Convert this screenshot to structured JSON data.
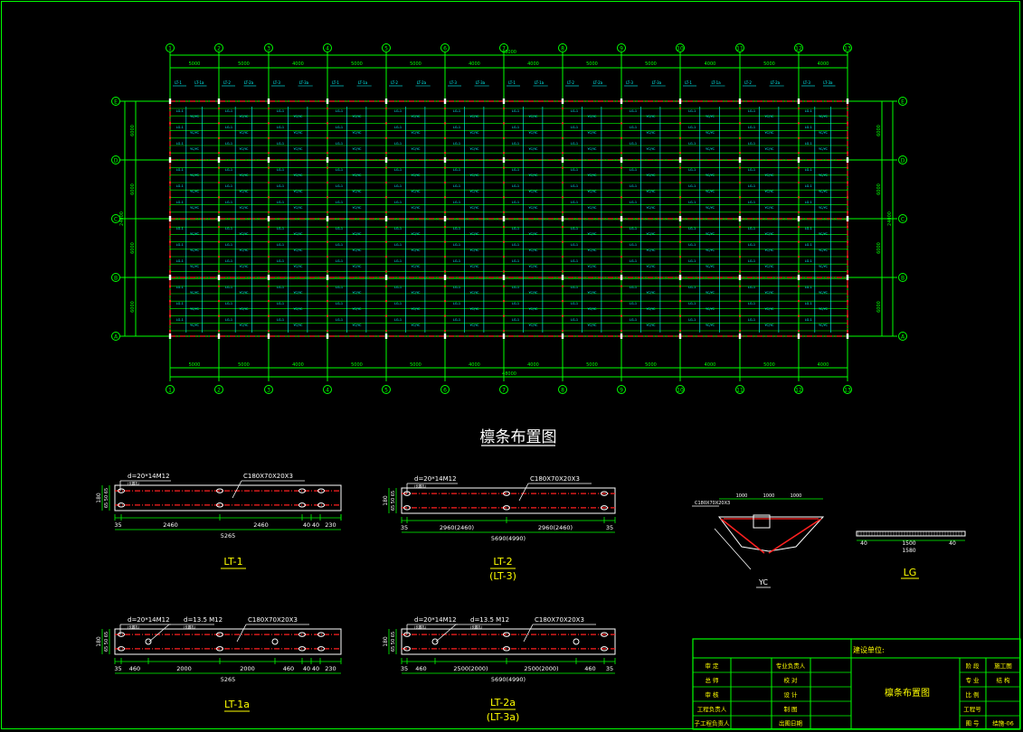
{
  "drawing": {
    "title": "檩条布置图",
    "grid_cols": [
      "1",
      "2",
      "3",
      "4",
      "5",
      "6",
      "7",
      "8",
      "9",
      "10",
      "11",
      "12",
      "13"
    ],
    "grid_rows": [
      "E",
      "D",
      "C",
      "B",
      "A"
    ],
    "top_total": "48000",
    "bottom_total": "48000",
    "spans": [
      "5000",
      "5000",
      "4000",
      "5000",
      "5000",
      "4000",
      "4000",
      "5000",
      "5000",
      "4000",
      "5000",
      "4000"
    ],
    "left_dims": [
      "6000",
      "6000",
      "6000",
      "6000"
    ],
    "right_dims": [
      "6000",
      "6000",
      "6000",
      "6000"
    ],
    "left_total": "24000",
    "right_total": "24000",
    "purlin_tags": [
      "LT-1",
      "LT-1a",
      "LT-2",
      "LT-2a",
      "LT-3",
      "LT-3a"
    ],
    "rafter_tags": [
      "LG-1",
      "YC/YC"
    ]
  },
  "details": {
    "lt1": {
      "label": "LT-1",
      "hole": "d=20*14M12",
      "note": "(长圆孔)",
      "section": "C180X70X20X3",
      "h": "180",
      "sub": "65  50  65",
      "dims": [
        "35",
        "2460",
        "2460",
        "40",
        "40",
        "230"
      ],
      "total": "5265"
    },
    "lt2": {
      "label": "LT-2",
      "label2": "(LT-3)",
      "hole": "d=20*14M12",
      "note": "(长圆孔)",
      "section": "C180X70X20X3",
      "h": "180",
      "sub": "65  50  65",
      "dims": [
        "35",
        "2960(2460)",
        "2960(2460)",
        "35"
      ],
      "total": "5690(4990)"
    },
    "lt1a": {
      "label": "LT-1a",
      "hole": "d=20*14M12",
      "hole2": "d=13.5 M12",
      "note": "(长圆孔)",
      "section": "C180X70X20X3",
      "h": "180",
      "sub": "65  50  65",
      "dims": [
        "35",
        "460",
        "2000",
        "2000",
        "460",
        "40",
        "40",
        "230"
      ],
      "total": "5265"
    },
    "lt2a": {
      "label": "LT-2a",
      "label2": "(LT-3a)",
      "hole": "d=20*14M12",
      "hole2": "d=13.5 M12",
      "note": "(长圆孔)",
      "section": "C180X70X20X3",
      "h": "180",
      "sub": "65  50  65",
      "dims": [
        "35",
        "460",
        "2500(2000)",
        "2500(2000)",
        "460",
        "35"
      ],
      "total": "5690(4990)"
    },
    "yc": {
      "label": "YC",
      "dims": [
        "1000",
        "1000",
        "1000"
      ],
      "section": "C180X70X20X3"
    },
    "lg": {
      "label": "LG",
      "dims": [
        "40",
        "1500",
        "40"
      ],
      "total": "1580"
    }
  },
  "title_block": {
    "company_label": "建设单位:",
    "drawing_name": "檩条布置图",
    "left_labels": [
      "审  定",
      "总  师",
      "审  核",
      "工程负责人",
      "子工程负责人"
    ],
    "mid_labels": [
      "专业负责人",
      "校  对",
      "设  计",
      "制  图",
      "出图日期"
    ],
    "right_labels": [
      "阶 段",
      "专 业",
      "比 例",
      "工程号",
      "图 号"
    ],
    "right_values": [
      "施工图",
      "结 构",
      "",
      "",
      "结施-06"
    ]
  },
  "colors": {
    "green": "#00ff00",
    "red": "#ff2020",
    "cyan": "#00ffff",
    "white": "#ffffff",
    "yellow": "#ffff00",
    "magenta": "#ff00ff"
  }
}
